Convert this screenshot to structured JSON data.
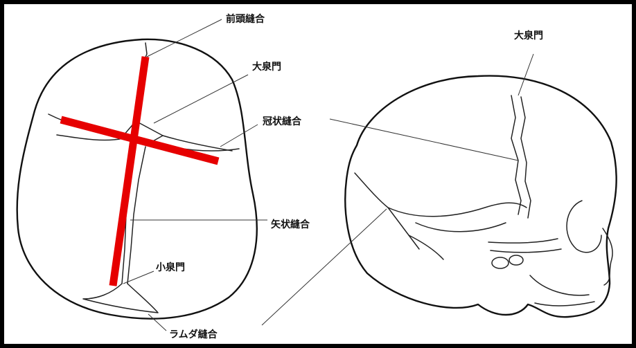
{
  "labels": {
    "frontal_suture": "前頭縫合",
    "anterior_fontanelle_top": "大泉門",
    "coronal_suture": "冠状縫合",
    "sagittal_suture": "矢状縫合",
    "posterior_fontanelle": "小泉門",
    "lambdoid_suture": "ラムダ縫合",
    "anterior_fontanelle_side": "大泉門"
  },
  "colors": {
    "frame": "#000000",
    "background": "#ffffff",
    "ink": "#111111",
    "marker": "#e60000"
  }
}
